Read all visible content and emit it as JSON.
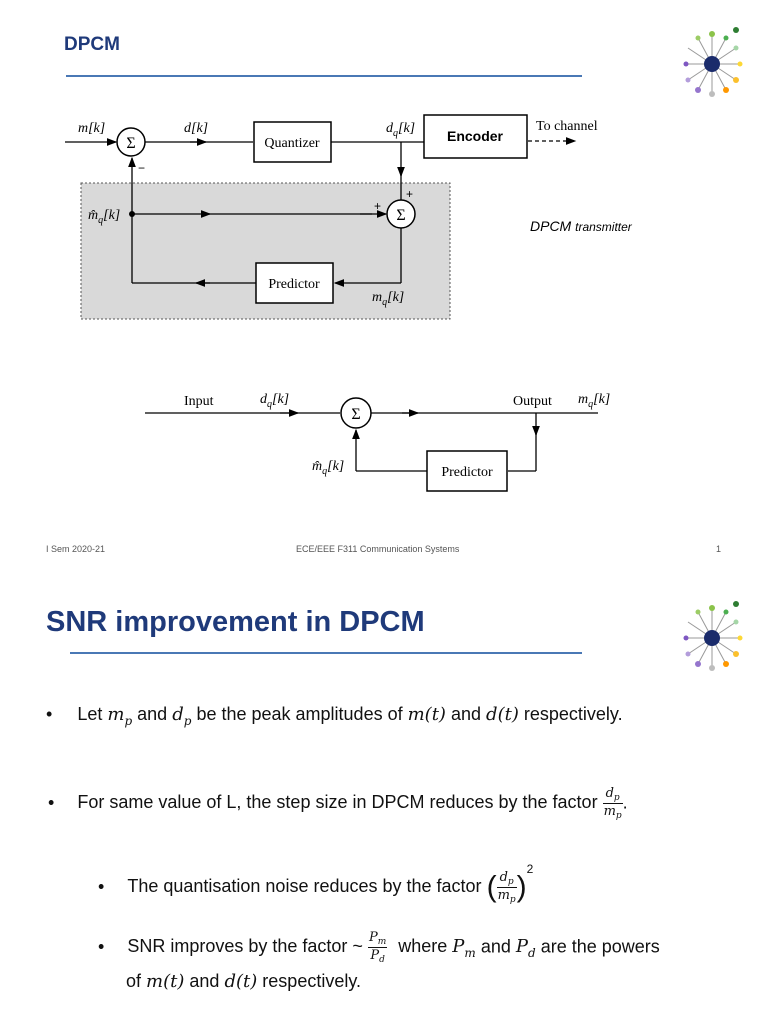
{
  "slide1": {
    "title": "DPCM",
    "caption_main": "DPCM",
    "caption_small": "transmitter",
    "transmitter": {
      "m_k": "m[k]",
      "d_k": "d[k]",
      "quantizer": "Quantizer",
      "dq_k": "dq[k]",
      "encoder": "Encoder",
      "to_channel": "To channel",
      "mhat_q_k": "m̂q[k]",
      "predictor": "Predictor",
      "mq_k": "mq[k]",
      "sigma": "Σ",
      "minus": "−",
      "plus": "+"
    },
    "receiver": {
      "input": "Input",
      "dq_k": "dq[k]",
      "output": "Output",
      "mq_k": "mq[k]",
      "mhat_q_k": "m̂q[k]",
      "predictor": "Predictor",
      "sigma": "Σ"
    },
    "footer": {
      "left": "I Sem 2020-21",
      "center": "ECE/EEE F311 Communication Systems",
      "right": "1"
    }
  },
  "slide2": {
    "title": "SNR improvement in DPCM",
    "b1": {
      "t1": "Let",
      "t2": "and",
      "t3": "be the peak amplitudes of",
      "t4": "and",
      "t5": "respectively."
    },
    "b2": {
      "t1": "For same value of L, the step size in DPCM reduces by the factor",
      "t2": "."
    },
    "b3": {
      "t1": "The quantisation noise reduces by the factor"
    },
    "b4": {
      "t1": "SNR improves by the factor ~",
      "t2": "where",
      "t3": "and",
      "t4": "are the powers",
      "t5": "of",
      "t6": "and",
      "t7": "respectively."
    }
  },
  "colors": {
    "title": "#1f3a7a",
    "rule": "#4a78b5",
    "shaded_box": "#d9d9d9"
  }
}
